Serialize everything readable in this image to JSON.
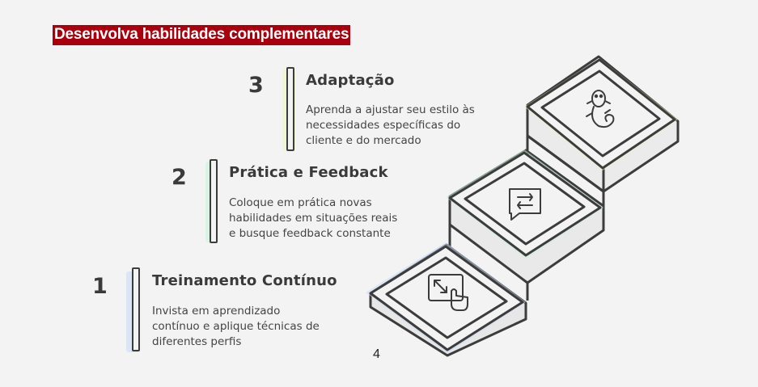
{
  "title": "Desenvolva habilidades complementares",
  "steps": [
    {
      "number": "1",
      "heading": "Treinamento Contínuo",
      "lines": [
        "Invista em aprendizado",
        "contínuo e aplique técnicas de",
        "diferentes perfis"
      ],
      "accent": "#c9d8f5",
      "icon": "resize-touch-icon"
    },
    {
      "number": "2",
      "heading": "Prática e Feedback",
      "lines": [
        "Coloque em prática novas",
        "habilidades em situações reais",
        "e busque feedback constante"
      ],
      "accent": "#c8f0d8",
      "icon": "chat-refresh-icon"
    },
    {
      "number": "3",
      "heading": "Adaptação",
      "lines": [
        "Aprenda a ajustar seu estilo às",
        "necessidades específicas do",
        "cliente e do mercado"
      ],
      "accent": "#e6f7b5",
      "icon": "chameleon-icon"
    }
  ],
  "page_number": "4",
  "colors": {
    "title_bg": "#a8000c",
    "title_text": "#ffffff",
    "outline": "#3c3c3c"
  }
}
